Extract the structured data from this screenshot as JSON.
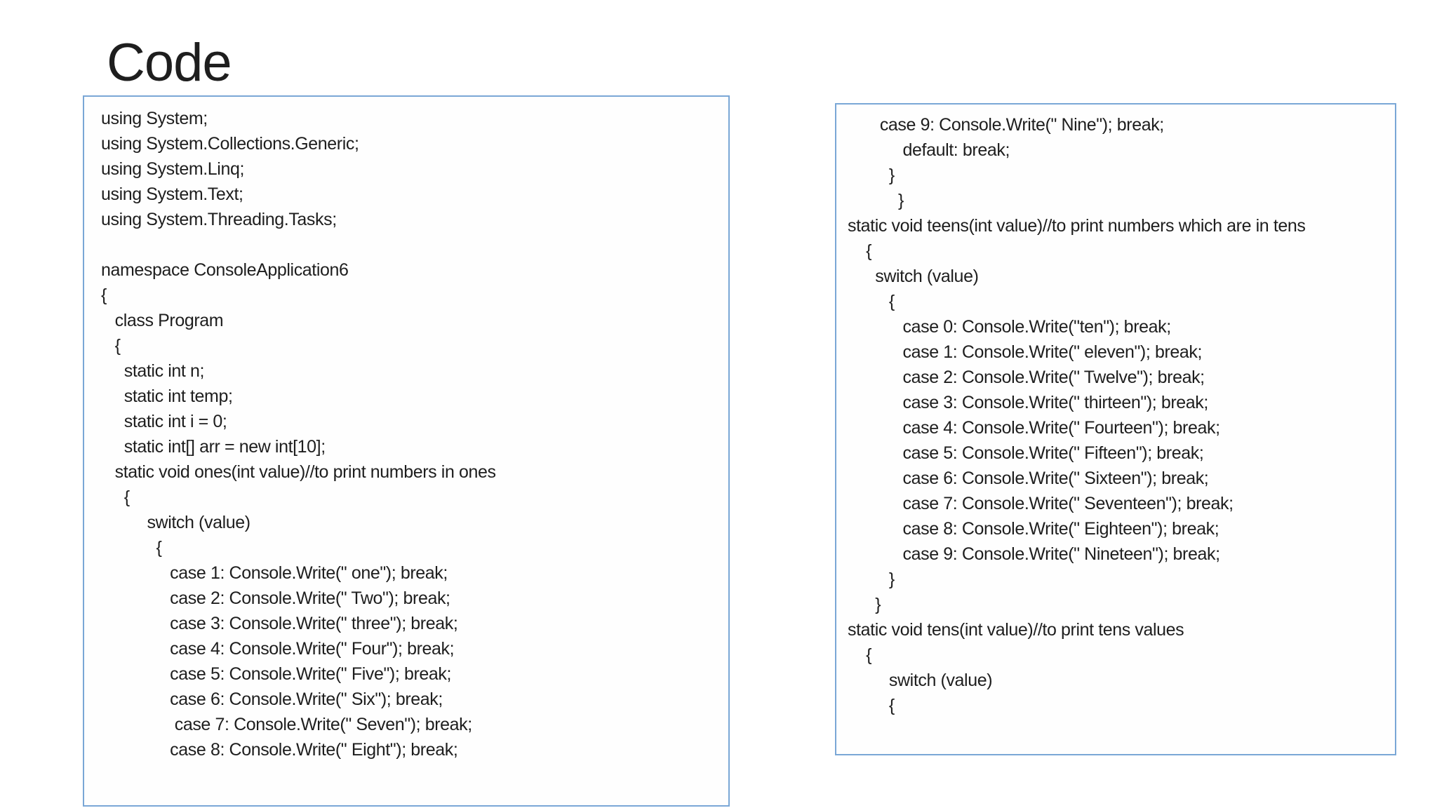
{
  "slide": {
    "title": "Code"
  },
  "left_code_box": {
    "lines": [
      "using System;",
      "using System.Collections.Generic;",
      "using System.Linq;",
      "using System.Text;",
      "using System.Threading.Tasks;",
      "",
      "namespace ConsoleApplication6",
      "{",
      "   class Program",
      "   {",
      "     static int n;",
      "     static int temp;",
      "     static int i = 0;",
      "     static int[] arr = new int[10];",
      "   static void ones(int value)//to print numbers in ones",
      "     {",
      "          switch (value)",
      "            {",
      "               case 1: Console.Write(\" one\"); break;",
      "               case 2: Console.Write(\" Two\"); break;",
      "               case 3: Console.Write(\" three\"); break;",
      "               case 4: Console.Write(\" Four\"); break;",
      "               case 5: Console.Write(\" Five\"); break;",
      "               case 6: Console.Write(\" Six\"); break;",
      "                case 7: Console.Write(\" Seven\"); break;",
      "               case 8: Console.Write(\" Eight\"); break;"
    ]
  },
  "right_code_box": {
    "lines": [
      "       case 9: Console.Write(\" Nine\"); break;",
      "            default: break;",
      "         }",
      "           }",
      "static void teens(int value)//to print numbers which are in tens",
      "    {",
      "      switch (value)",
      "         {",
      "            case 0: Console.Write(\"ten\"); break;",
      "            case 1: Console.Write(\" eleven\"); break;",
      "            case 2: Console.Write(\" Twelve\"); break;",
      "            case 3: Console.Write(\" thirteen\"); break;",
      "            case 4: Console.Write(\" Fourteen\"); break;",
      "            case 5: Console.Write(\" Fifteen\"); break;",
      "            case 6: Console.Write(\" Sixteen\"); break;",
      "            case 7: Console.Write(\" Seventeen\"); break;",
      "            case 8: Console.Write(\" Eighteen\"); break;",
      "            case 9: Console.Write(\" Nineteen\"); break;",
      "         }",
      "      }",
      "static void tens(int value)//to print tens values",
      "    {",
      "         switch (value)",
      "         {"
    ]
  },
  "colors": {
    "box_border": "#7aa7d6",
    "text": "#1e1e1e",
    "background": "#ffffff"
  }
}
